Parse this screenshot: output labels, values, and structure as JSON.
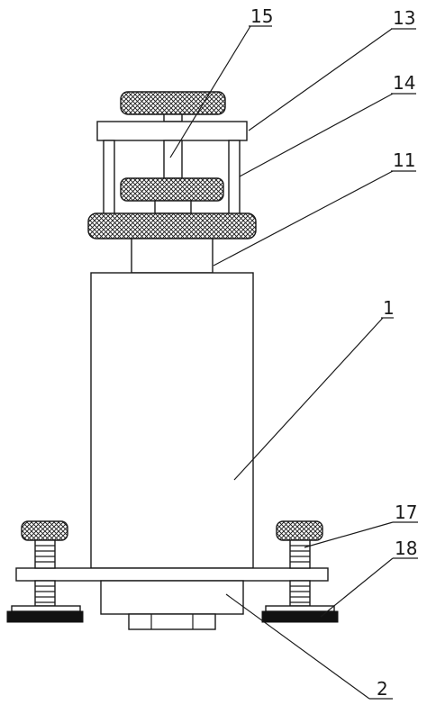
{
  "labels": {
    "l15": "15",
    "l13": "13",
    "l14": "14",
    "l11": "11",
    "l1": "1",
    "l17": "17",
    "l18": "18",
    "l2": "2"
  }
}
